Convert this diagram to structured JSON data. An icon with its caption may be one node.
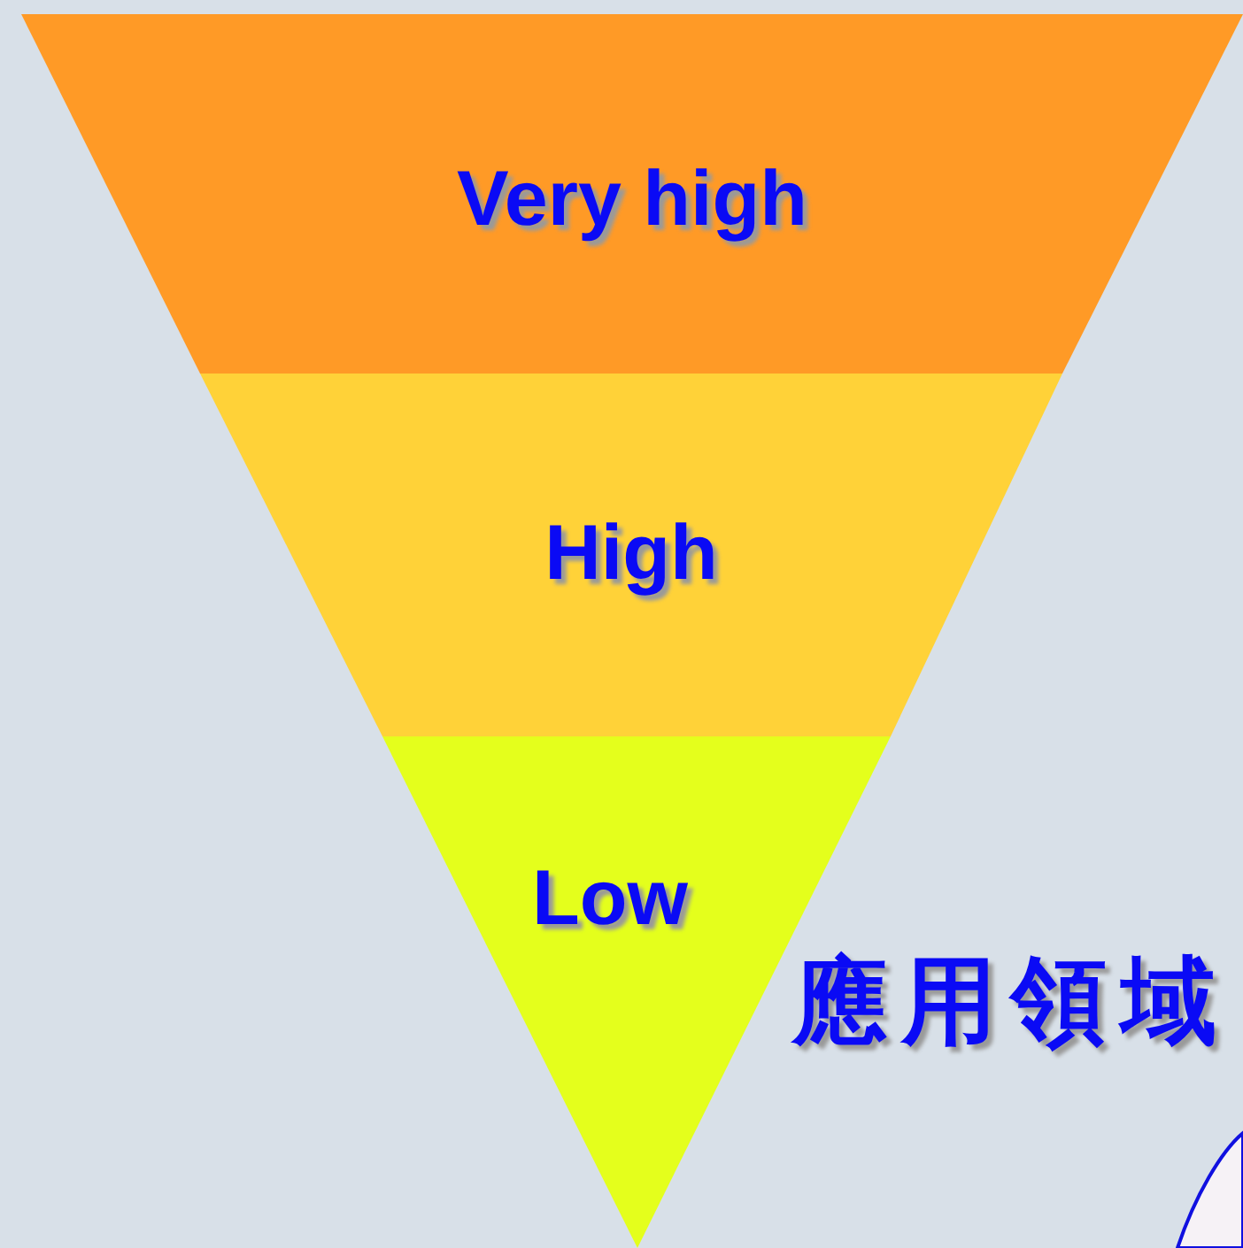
{
  "diagram": {
    "nodes": [
      {
        "text": [
          "Very high"
        ]
      },
      {
        "text": [
          "High"
        ]
      },
      {
        "text": [
          "Low"
        ]
      }
    ],
    "labels": [
      "應用領域"
    ]
  }
}
